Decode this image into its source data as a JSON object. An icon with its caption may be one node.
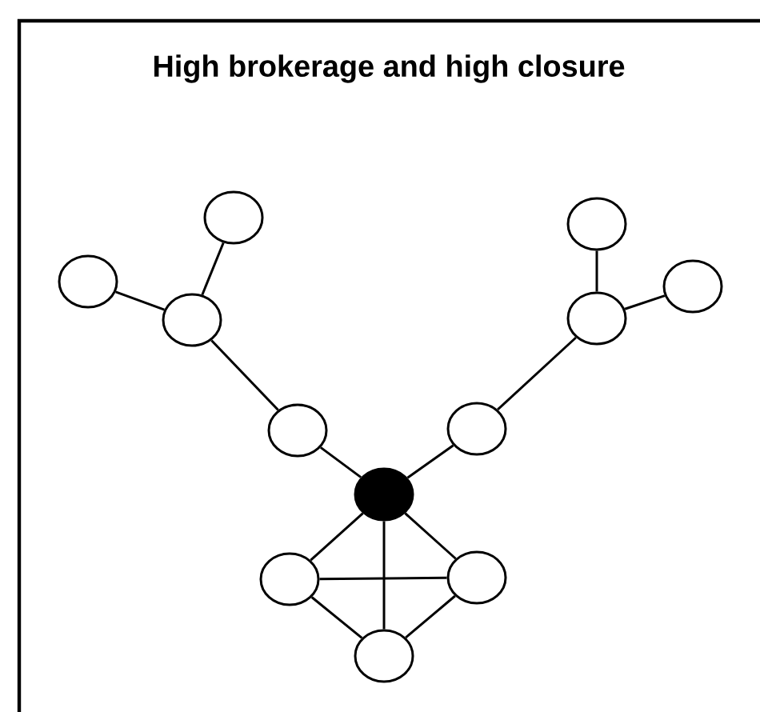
{
  "diagram": {
    "title": "High brokerage and high closure",
    "nodes": [
      {
        "text": [],
        "shape": "circle"
      },
      {
        "text": [],
        "shape": "circle"
      },
      {
        "text": [],
        "shape": "circle"
      },
      {
        "text": [],
        "shape": "circle"
      },
      {
        "text": [],
        "shape": "dot"
      },
      {
        "text": [],
        "shape": "circle"
      },
      {
        "text": [],
        "shape": "circle"
      },
      {
        "text": [],
        "shape": "circle"
      },
      {
        "text": [],
        "shape": "circle"
      },
      {
        "text": [],
        "shape": "circle"
      },
      {
        "text": [],
        "shape": "circle"
      },
      {
        "text": [],
        "shape": "circle"
      }
    ],
    "edges": [
      {
        "from": 0,
        "to": 2,
        "arrow": "none"
      },
      {
        "from": 1,
        "to": 2,
        "arrow": "none"
      },
      {
        "from": 2,
        "to": 3,
        "arrow": "none"
      },
      {
        "from": 3,
        "to": 4,
        "arrow": "none"
      },
      {
        "from": 4,
        "to": 5,
        "arrow": "none"
      },
      {
        "from": 5,
        "to": 6,
        "arrow": "none"
      },
      {
        "from": 6,
        "to": 7,
        "arrow": "none"
      },
      {
        "from": 6,
        "to": 8,
        "arrow": "none"
      },
      {
        "from": 4,
        "to": 9,
        "arrow": "none"
      },
      {
        "from": 4,
        "to": 10,
        "arrow": "none"
      },
      {
        "from": 4,
        "to": 11,
        "arrow": "none"
      },
      {
        "from": 9,
        "to": 10,
        "arrow": "none"
      },
      {
        "from": 9,
        "to": 11,
        "arrow": "none"
      },
      {
        "from": 10,
        "to": 11,
        "arrow": "none"
      }
    ]
  }
}
